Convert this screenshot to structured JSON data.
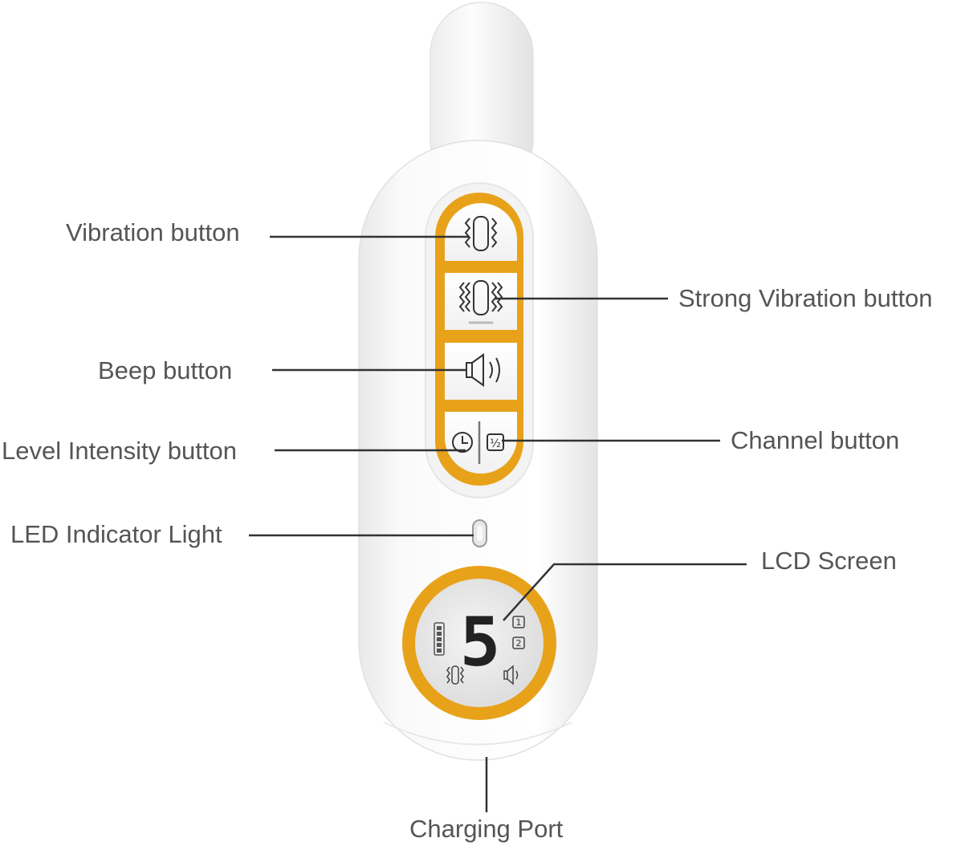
{
  "labels": {
    "vibration": "Vibration button",
    "strong_vibration": "Strong Vibration button",
    "beep": "Beep button",
    "level_intensity": "Level Intensity button",
    "channel": "Channel button",
    "led": "LED Indicator Light",
    "lcd": "LCD Screen",
    "charging": "Charging Port"
  },
  "lcd": {
    "digit": "5",
    "channel_1": "1",
    "channel_2": "2"
  },
  "channel_button_glyph": "½",
  "colors": {
    "accent": "#E8A21A",
    "device_body": "#F7F7F7",
    "label_text": "#555555",
    "leader_line": "#333333",
    "lcd_face": "#EDEDED"
  }
}
